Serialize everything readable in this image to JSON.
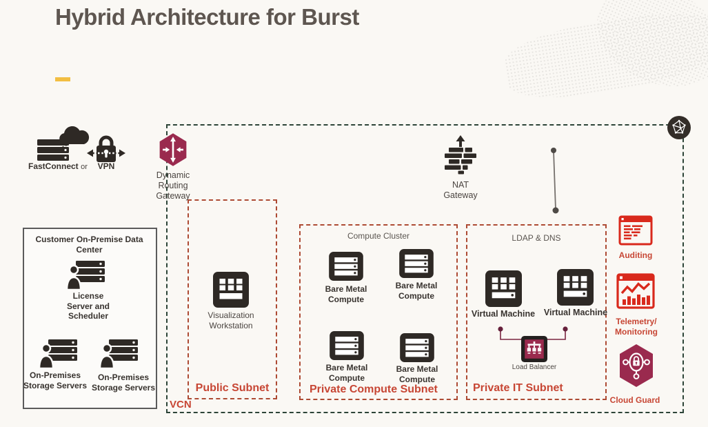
{
  "title": "Hybrid Architecture for Burst",
  "colors": {
    "accent_dash": "#F2BE42",
    "maroon": "#9A2A4E",
    "service_red": "#D9291C",
    "label_red": "#C74634",
    "vcn_border": "#2C4437",
    "subnet_border": "#AD4A33",
    "icon_dark": "#2E2925"
  },
  "icons": {
    "fastconnect": "servers-with-cloud-icon",
    "vpn": "lock-with-arrows-icon",
    "drg": "maroon-hexagon-arrows-icon",
    "nat": "stacked-bars-up-arrow-icon",
    "workstation": "dark-square-grid-icon",
    "virtual_machine": "dark-square-grid-dot-icon",
    "bare_metal": "dark-square-server-bars-icon",
    "load_balancer": "maroon-square-tree-icon",
    "auditing": "red-window-text-lines-icon",
    "telemetry": "red-window-chart-icon",
    "cloud_guard": "maroon-hexagon-lock-network-icon",
    "vcn_corner": "dark-circle-wireframe-icon"
  },
  "external": {
    "fastconnect_label": "FastConnect",
    "conjunction": "or",
    "vpn_label": "VPN"
  },
  "gateways": {
    "drg_label": "Dynamic Routing Gateway",
    "nat_label": "NAT Gateway"
  },
  "on_premise": {
    "title": "Customer On-Premise Data Center",
    "license_label": "License Server and Scheduler",
    "storage_labels": [
      "On-Premises Storage Servers",
      "On-Premises Storage Servers"
    ]
  },
  "vcn": {
    "label": "VCN",
    "public_subnet": {
      "label": "Public Subnet",
      "workstation_label": "Visualization Workstation"
    },
    "compute_subnet": {
      "label": "Private Compute Subnet",
      "cluster_title": "Compute Cluster",
      "nodes": [
        "Bare Metal Compute",
        "Bare Metal Compute",
        "Bare Metal Compute",
        "Bare Metal Compute"
      ]
    },
    "it_subnet": {
      "label": "Private IT Subnet",
      "group_title": "LDAP & DNS",
      "vm_labels": [
        "Virtual Machine",
        "Virtual Machine"
      ],
      "load_balancer_label": "Load Balancer"
    }
  },
  "services": [
    {
      "label": "Auditing"
    },
    {
      "label": "Telemetry/ Monitoring"
    },
    {
      "label": "Cloud Guard"
    }
  ]
}
